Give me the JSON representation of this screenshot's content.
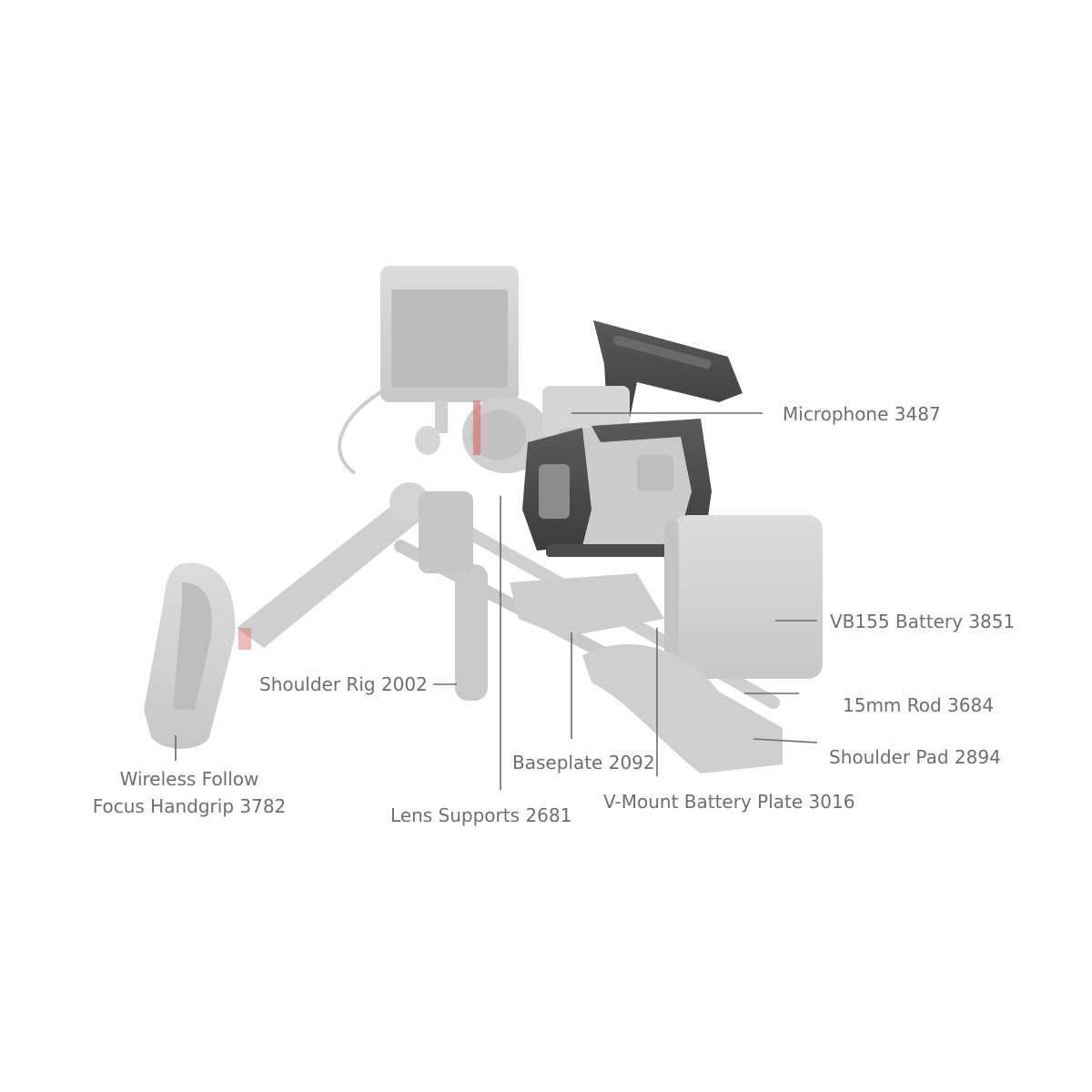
{
  "colors": {
    "background": "#ffffff",
    "label_text": "#6e6e6e",
    "leader_line": "#6b6b6b",
    "ghost_parts": "#d3d3d3",
    "cage_dark": "#4a4a4a",
    "accent_red": "#d9766f"
  },
  "image": {
    "subject": "shoulder rig"
  },
  "labels": {
    "microphone": "Microphone 3487",
    "vb155_battery": "VB155 Battery 3851",
    "rod_15mm": "15mm Rod 3684",
    "shoulder_pad": "Shoulder Pad 2894",
    "shoulder_rig": "Shoulder Rig 2002",
    "baseplate": "Baseplate 2092",
    "v_mount_plate": "V-Mount Battery Plate 3016",
    "lens_supports": "Lens Supports 2681",
    "handgrip_line1": "Wireless Follow",
    "handgrip_line2": "Focus Handgrip 3782"
  }
}
